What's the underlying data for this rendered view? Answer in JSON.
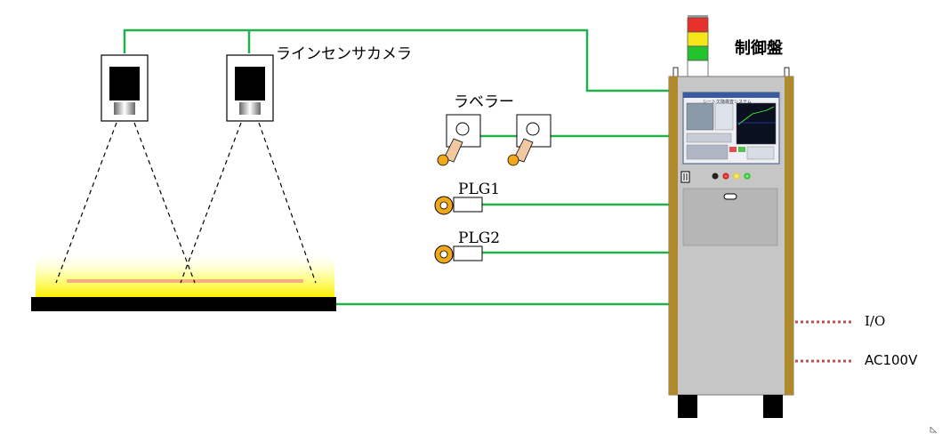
{
  "labels": {
    "line_sensor_camera": "ラインセンサカメラ",
    "control_panel": "制御盤",
    "labeler": "ラベラー",
    "plg1": "PLG1",
    "plg2": "PLG2",
    "io": "I/O",
    "ac100v": "AC100V"
  },
  "screen": {
    "title": "シート欠陥検査システム"
  },
  "colors": {
    "wire": "#22b14c",
    "tower_red": "#e8312a",
    "tower_yellow": "#f5e61a",
    "tower_green": "#22c42e",
    "cabinet": "#c4c4c4",
    "cabinet_frame": "#b08a2a",
    "glow": "#ffff55",
    "external_dotted": "#c0504d"
  },
  "icons": {
    "camera": "camera-icon",
    "labeler": "labeler-icon",
    "encoder": "encoder-icon",
    "signal_tower": "signal-tower-icon"
  }
}
